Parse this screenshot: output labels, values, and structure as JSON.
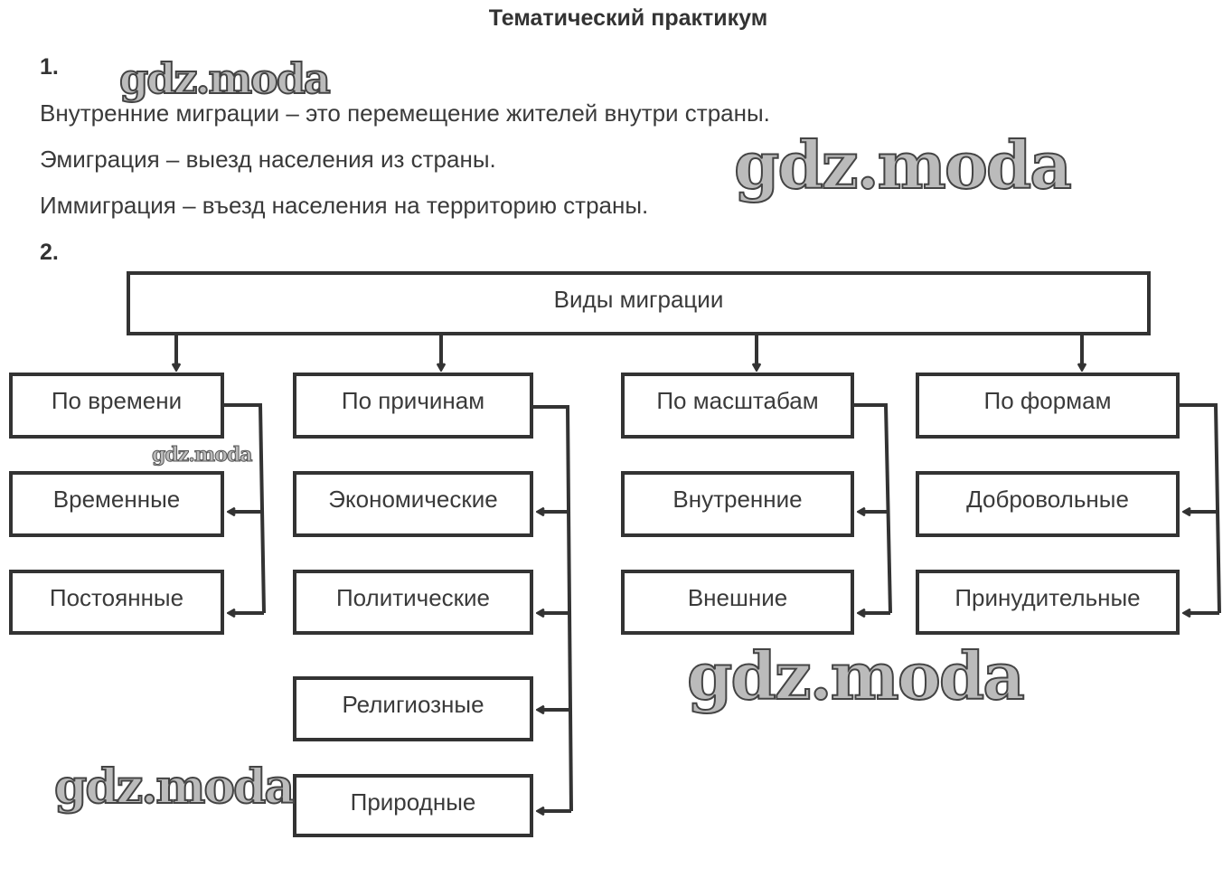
{
  "title": "Тематический практикум",
  "section1": {
    "number": "1.",
    "lines": [
      "Внутренние миграции – это перемещение жителей внутри страны.",
      "Эмиграция – выезд населения из страны.",
      "Иммиграция – въезд населения на территорию страны."
    ]
  },
  "section2": {
    "number": "2.",
    "root": "Виды миграции",
    "groups": [
      {
        "label": "По времени",
        "items": [
          "Временные",
          "Постоянные"
        ]
      },
      {
        "label": "По причинам",
        "items": [
          "Экономические",
          "Политические",
          "Религиозные",
          "Природные"
        ]
      },
      {
        "label": "По масштабам",
        "items": [
          "Внутренние",
          "Внешние"
        ]
      },
      {
        "label": "По формам",
        "items": [
          "Добровольные",
          "Принудительные"
        ]
      }
    ]
  },
  "watermark": "gdz.moda"
}
